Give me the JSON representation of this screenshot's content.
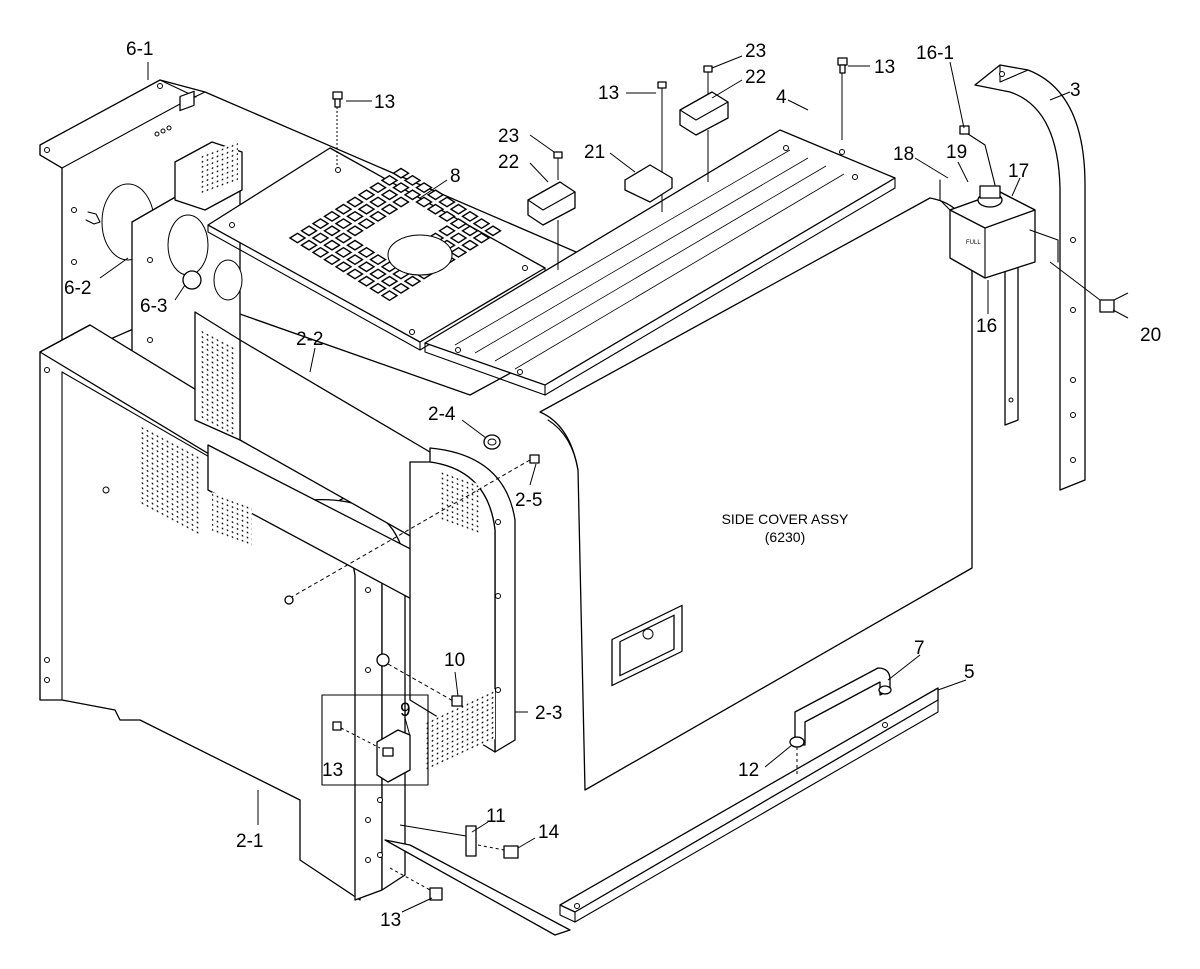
{
  "note": {
    "line1": "SIDE COVER ASSY",
    "line2": "(6230)"
  },
  "tank_label": "FULL",
  "callouts": [
    {
      "id": "6-1",
      "text": "6-1"
    },
    {
      "id": "6-2",
      "text": "6-2"
    },
    {
      "id": "6-3",
      "text": "6-3"
    },
    {
      "id": "13a",
      "text": "13"
    },
    {
      "id": "8",
      "text": "8"
    },
    {
      "id": "2-2",
      "text": "2-2"
    },
    {
      "id": "23a",
      "text": "23"
    },
    {
      "id": "22a",
      "text": "22"
    },
    {
      "id": "21",
      "text": "21"
    },
    {
      "id": "13b",
      "text": "13"
    },
    {
      "id": "23b",
      "text": "23"
    },
    {
      "id": "22b",
      "text": "22"
    },
    {
      "id": "4",
      "text": "4"
    },
    {
      "id": "13c",
      "text": "13"
    },
    {
      "id": "16-1",
      "text": "16-1"
    },
    {
      "id": "3",
      "text": "3"
    },
    {
      "id": "18",
      "text": "18"
    },
    {
      "id": "19",
      "text": "19"
    },
    {
      "id": "17",
      "text": "17"
    },
    {
      "id": "16",
      "text": "16"
    },
    {
      "id": "20",
      "text": "20"
    },
    {
      "id": "2-4",
      "text": "2-4"
    },
    {
      "id": "2-5",
      "text": "2-5"
    },
    {
      "id": "10",
      "text": "10"
    },
    {
      "id": "9",
      "text": "9"
    },
    {
      "id": "2-3",
      "text": "2-3"
    },
    {
      "id": "13d",
      "text": "13"
    },
    {
      "id": "7",
      "text": "7"
    },
    {
      "id": "5",
      "text": "5"
    },
    {
      "id": "12",
      "text": "12"
    },
    {
      "id": "2-1",
      "text": "2-1"
    },
    {
      "id": "11",
      "text": "11"
    },
    {
      "id": "14",
      "text": "14"
    },
    {
      "id": "13e",
      "text": "13"
    }
  ]
}
